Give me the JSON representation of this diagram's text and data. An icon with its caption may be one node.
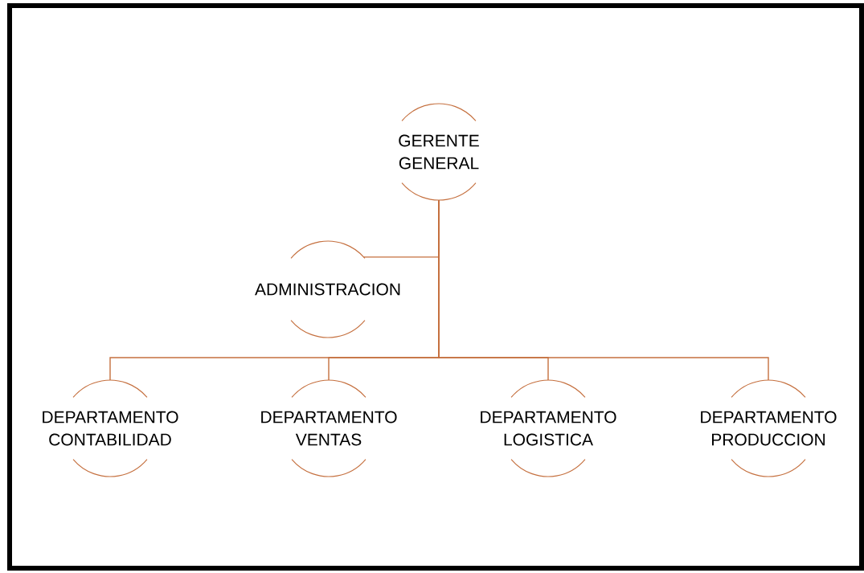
{
  "diagram": {
    "nodes": [
      {
        "text": [
          "GERENTE GENERAL"
        ]
      },
      {
        "text": [
          "ADMINISTRACION"
        ]
      },
      {
        "text": [
          "DEPARTAMENTO CONTABILIDAD"
        ]
      },
      {
        "text": [
          "DEPARTAMENTO VENTAS"
        ]
      },
      {
        "text": [
          "DEPARTAMENTO LOGISTICA"
        ]
      },
      {
        "text": [
          "DEPARTAMENTO PRODUCCION"
        ]
      }
    ],
    "edges": [
      {
        "from": 0,
        "to": 1,
        "arrow": "none"
      },
      {
        "from": 0,
        "to": 2,
        "arrow": "none"
      },
      {
        "from": 0,
        "to": 3,
        "arrow": "none"
      },
      {
        "from": 0,
        "to": 4,
        "arrow": "none"
      },
      {
        "from": 0,
        "to": 5,
        "arrow": "none"
      }
    ]
  }
}
